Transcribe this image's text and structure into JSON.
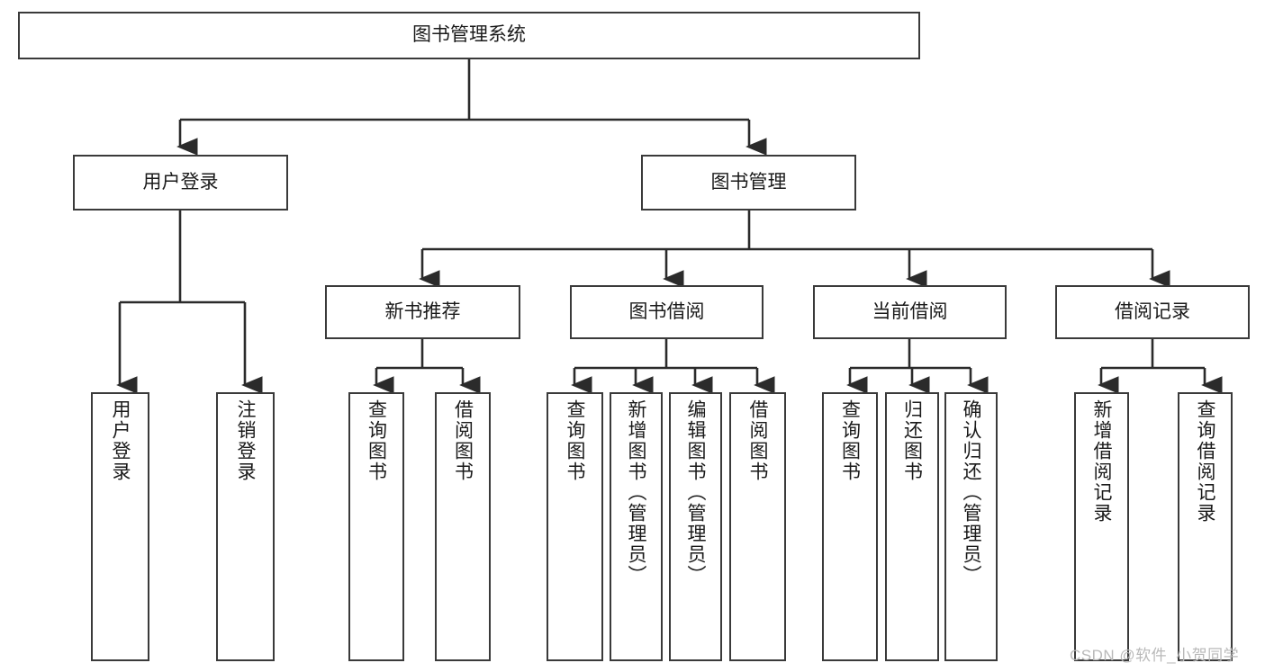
{
  "diagram": {
    "title": "图书管理系统",
    "watermark": "CSDN @软件_小贺同学",
    "line_color": "#3a3a3a",
    "box_fill": "#ffffff",
    "text_color": "#1a1a1a",
    "watermark_color": "#b9b9b9"
  },
  "nodes": {
    "root": {
      "label": "图书管理系统"
    },
    "level1": [
      {
        "label": "用户登录"
      },
      {
        "label": "图书管理"
      }
    ],
    "level2": [
      {
        "label": "新书推荐"
      },
      {
        "label": "图书借阅"
      },
      {
        "label": "当前借阅"
      },
      {
        "label": "借阅记录"
      }
    ],
    "leaves": {
      "user_login": [
        {
          "label": "用户登录"
        },
        {
          "label": "注销登录"
        }
      ],
      "new_book_recommend": [
        {
          "label": "查询图书"
        },
        {
          "label": "借阅图书"
        }
      ],
      "book_borrow": [
        {
          "label": "查询图书"
        },
        {
          "label": "新增图书（管理员）"
        },
        {
          "label": "编辑图书（管理员）"
        },
        {
          "label": "借阅图书"
        }
      ],
      "current_borrow": [
        {
          "label": "查询图书"
        },
        {
          "label": "归还图书"
        },
        {
          "label": "确认归还（管理员）"
        }
      ],
      "borrow_record": [
        {
          "label": "新增借阅记录"
        },
        {
          "label": "查询借阅记录"
        }
      ]
    }
  }
}
